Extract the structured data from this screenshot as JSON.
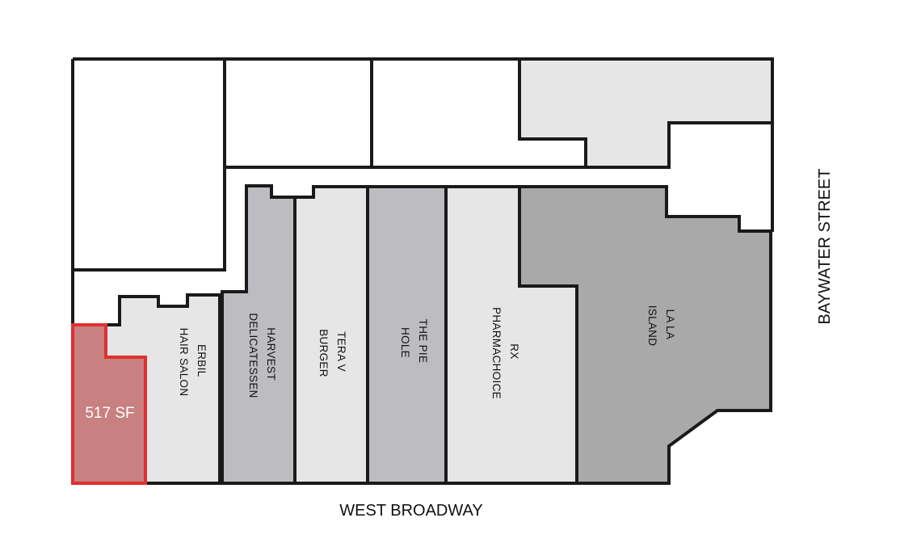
{
  "colors": {
    "light_unit": "#e6e6e6",
    "medium_unit": "#bdbcc0",
    "dark_unit": "#a9a9a9",
    "available_fill": "#c98080",
    "available_stroke": "#e03030",
    "walls": "#1a1a1a"
  },
  "streets": {
    "bottom": "WEST BROADWAY",
    "right": "BAYWATER STREET"
  },
  "available_unit": {
    "label": "517 SF"
  },
  "tenants": [
    {
      "lines": [
        "ERBIL",
        "HAIR SALON"
      ]
    },
    {
      "lines": [
        "HARVEST",
        "DELICATESSEN"
      ]
    },
    {
      "lines": [
        "TERA V",
        "BURGER"
      ]
    },
    {
      "lines": [
        "THE PIE",
        "HOLE"
      ]
    },
    {
      "lines": [
        "RX",
        "PHARMACHOICE"
      ]
    },
    {
      "lines": [
        "LA LA",
        "ISLAND"
      ]
    }
  ]
}
